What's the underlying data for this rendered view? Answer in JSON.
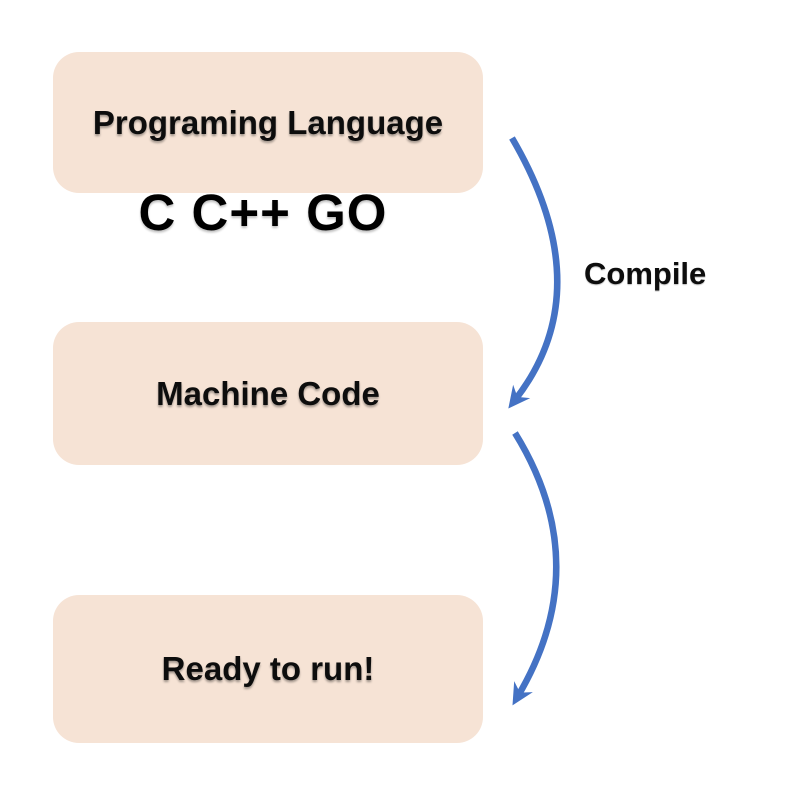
{
  "diagram": {
    "title_implied": "",
    "nodes": [
      {
        "id": "source",
        "label": "Programing Language"
      },
      {
        "id": "machine",
        "label": "Machine Code"
      },
      {
        "id": "ready",
        "label": "Ready to run!"
      }
    ],
    "language_examples": "C C++ GO",
    "edges": [
      {
        "from": "Programing Language",
        "to": "Machine Code",
        "label": "Compile"
      },
      {
        "from": "Machine Code",
        "to": "Ready to run!",
        "label": ""
      }
    ],
    "colors": {
      "node_fill": "#f6e3d5",
      "arrow": "#4472c4",
      "text": "#0d0d0d",
      "background": "#ffffff"
    }
  }
}
